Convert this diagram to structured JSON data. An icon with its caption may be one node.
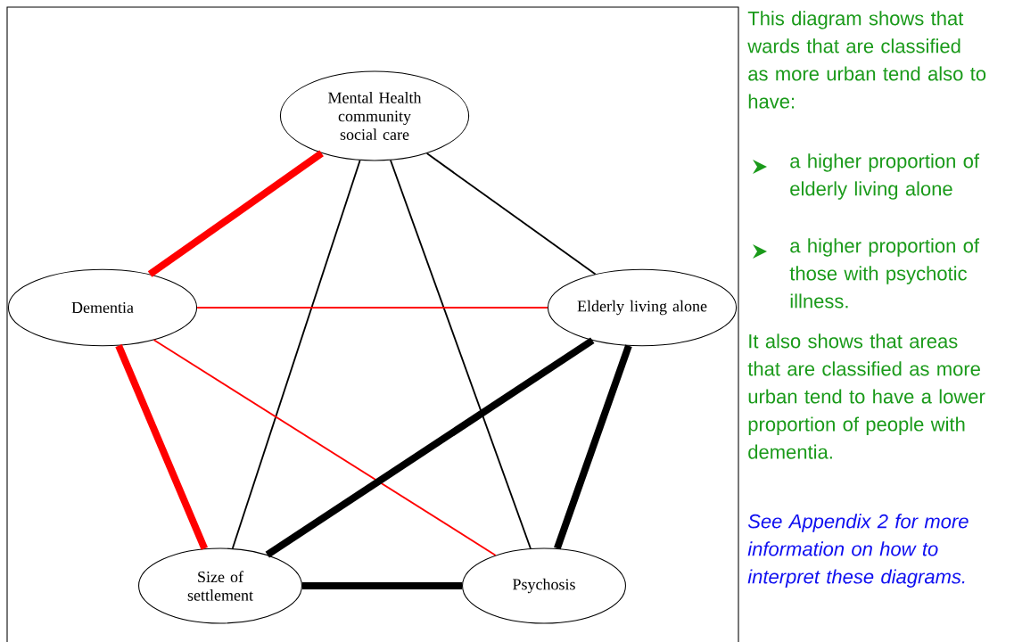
{
  "diagram": {
    "nodes": [
      {
        "text": [
          "Mental Health community social care"
        ]
      },
      {
        "text": [
          "Dementia"
        ]
      },
      {
        "text": [
          "Elderly living alone"
        ]
      },
      {
        "text": [
          "Size of settlement"
        ]
      },
      {
        "text": [
          "Psychosis"
        ]
      }
    ],
    "edges": [
      {
        "from": 0,
        "to": 1,
        "arrow": "none",
        "style": "thick",
        "color": "#ff0000"
      },
      {
        "from": 0,
        "to": 3,
        "arrow": "none"
      },
      {
        "from": 0,
        "to": 4,
        "arrow": "none"
      },
      {
        "from": 0,
        "to": 2,
        "arrow": "none"
      },
      {
        "from": 1,
        "to": 2,
        "arrow": "none",
        "color": "#ff0000"
      },
      {
        "from": 1,
        "to": 4,
        "arrow": "none",
        "color": "#ff0000"
      },
      {
        "from": 1,
        "to": 3,
        "arrow": "none",
        "style": "thick",
        "color": "#ff0000"
      },
      {
        "from": 2,
        "to": 3,
        "arrow": "none",
        "style": "thick"
      },
      {
        "from": 2,
        "to": 4,
        "arrow": "none",
        "style": "thick"
      },
      {
        "from": 3,
        "to": 4,
        "arrow": "none",
        "style": "thick"
      }
    ],
    "labels": [
      "This diagram shows that wards that are classified as more urban tend also to have:",
      "a higher proportion of elderly living alone",
      "a higher proportion of those with psychotic illness.",
      "It also shows that areas that are classified as more urban tend to have a lower proportion of people with dementia.",
      "See Appendix 2 for more information on how to interpret these diagrams."
    ]
  }
}
